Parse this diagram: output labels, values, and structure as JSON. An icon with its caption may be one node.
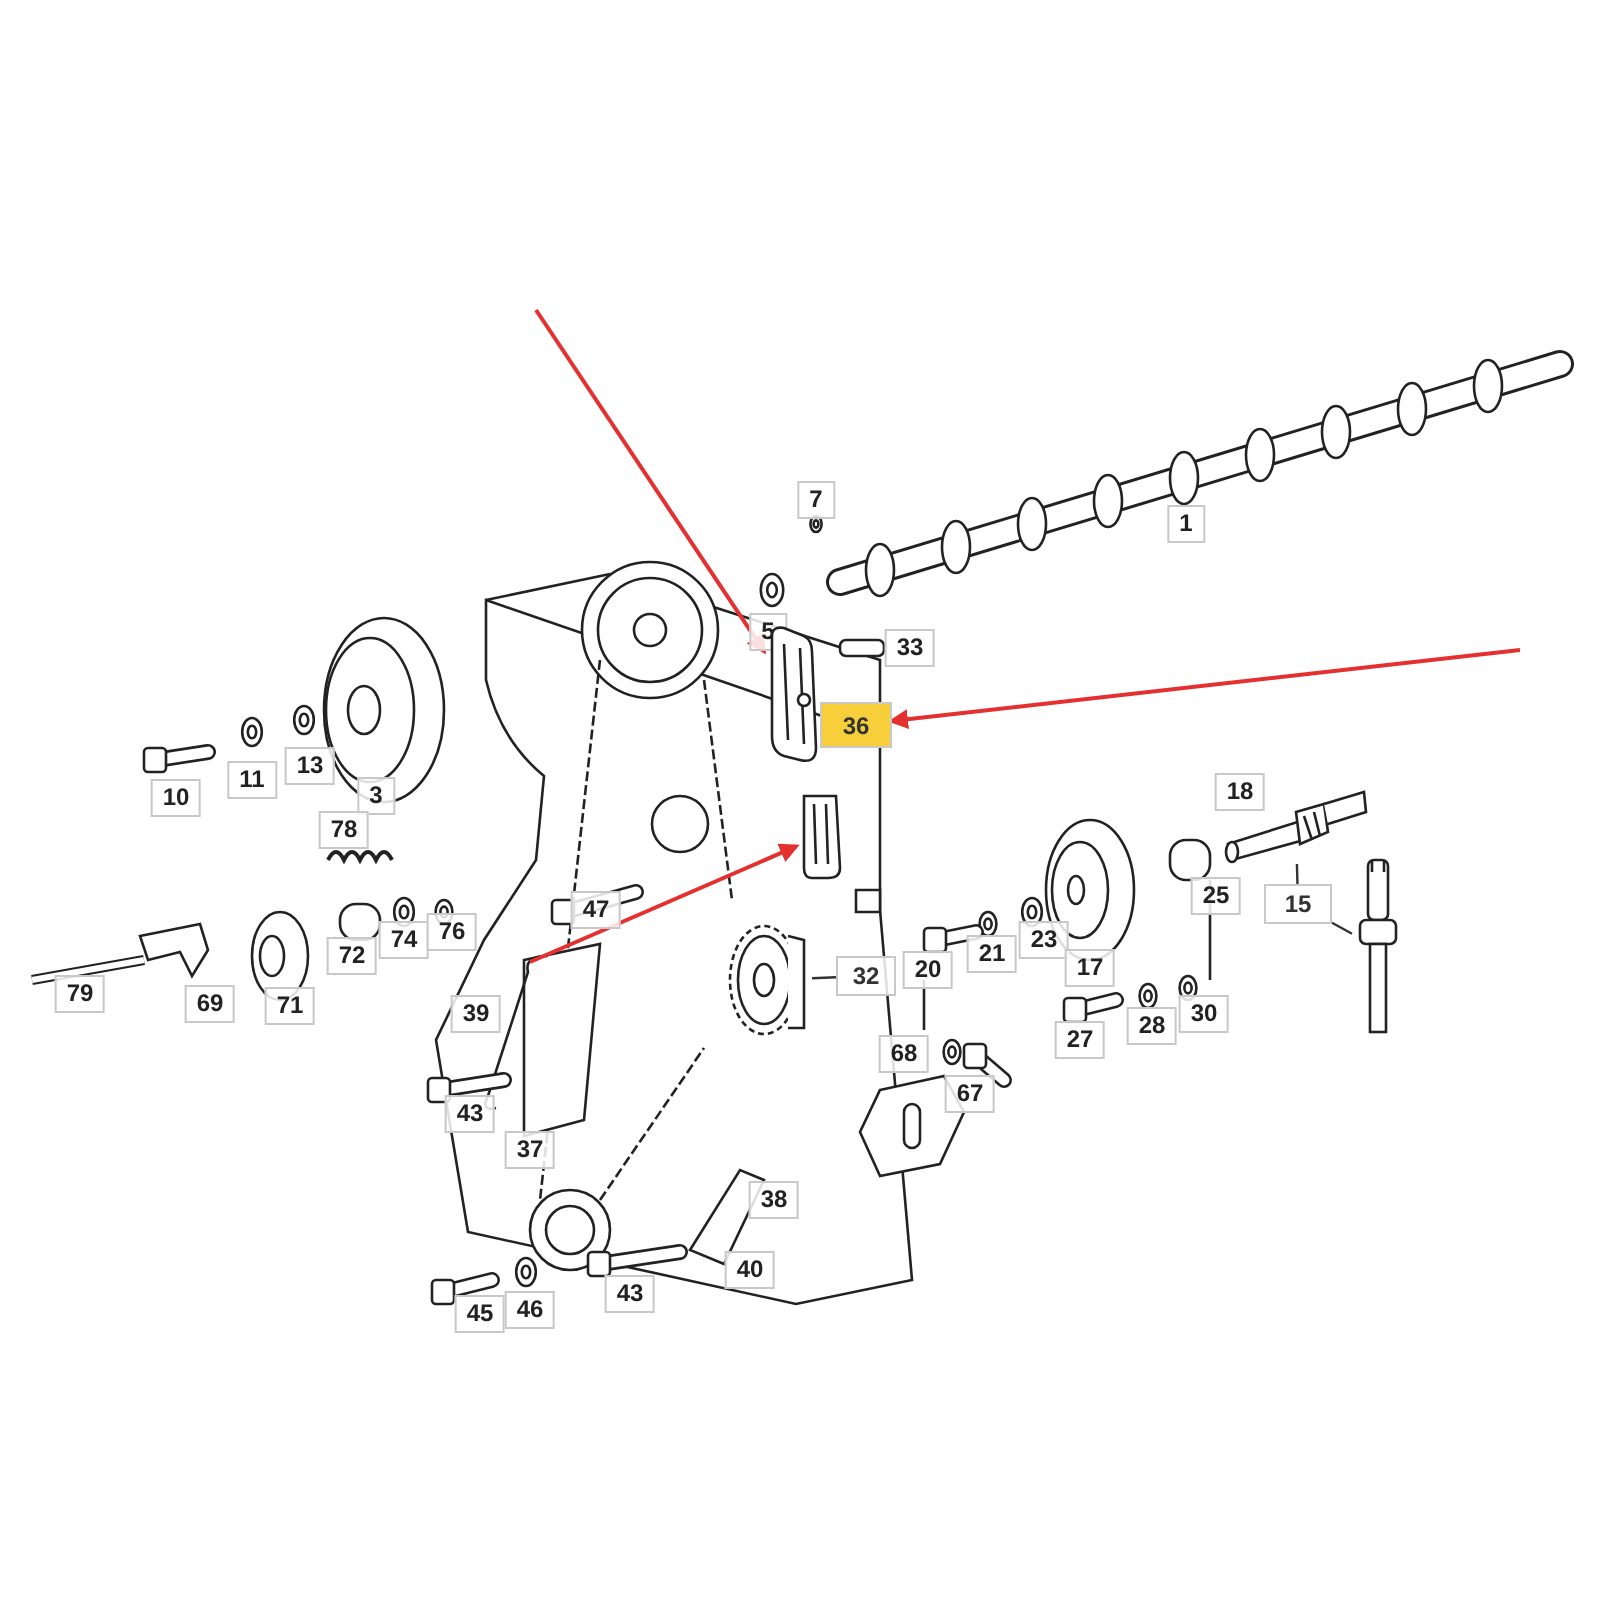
{
  "diagram": {
    "nodes": [
      {
        "text": [],
        "shape": "picture"
      },
      {
        "text": [
          "36"
        ]
      },
      {
        "text": [],
        "shape": "picture"
      },
      {
        "text": [
          "15"
        ]
      },
      {
        "text": [],
        "shape": "picture"
      },
      {
        "text": [],
        "shape": "picture"
      },
      {
        "text": [
          "32"
        ]
      },
      {
        "text": [],
        "shape": "picture"
      }
    ],
    "edges": [
      {
        "from": null,
        "to": 0,
        "arrow": "to",
        "color": "#e53030"
      },
      {
        "from": null,
        "to": 1,
        "arrow": "to",
        "color": "#e53030"
      },
      {
        "from": null,
        "to": 2,
        "arrow": "to",
        "color": "#e53030"
      },
      {
        "from": 3,
        "to": 4,
        "arrow": "none",
        "color": "#333333"
      },
      {
        "from": 3,
        "to": 5,
        "arrow": "none",
        "color": "#333333"
      },
      {
        "from": 6,
        "to": 7,
        "arrow": "none",
        "color": "#333333"
      }
    ],
    "labels": [
      "7",
      "1",
      "5",
      "33",
      "10",
      "11",
      "13",
      "3",
      "78",
      "18",
      "47",
      "72",
      "74",
      "76",
      "25",
      "79",
      "69",
      "71",
      "20",
      "21",
      "23",
      "17",
      "39",
      "27",
      "28",
      "30",
      "68",
      "67",
      "43",
      "37",
      "38",
      "40",
      "43",
      "45",
      "46"
    ]
  }
}
